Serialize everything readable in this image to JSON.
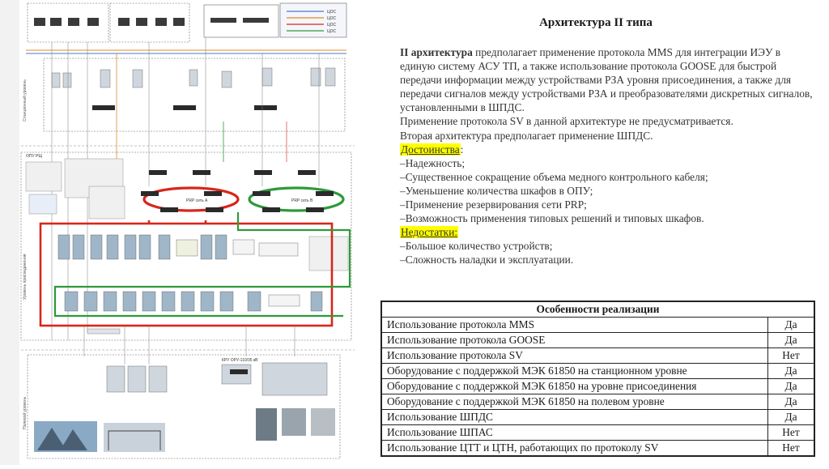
{
  "title": "Архитектура II типа",
  "intro": {
    "lead": "II архитектура",
    "rest": " предполагает применение протокола MMS для интеграции ИЭУ в единую систему АСУ ТП, а также использование протокола GOOSE для быстрой передачи информации между устройствами РЗА уровня присоединения, а также для передачи сигналов между устройствами РЗА и преобразователями дискретных сигналов, установленными в ШПДС."
  },
  "para2": "Применение протокола SV в данной архитектуре не предусматривается.",
  "para3": "Вторая архитектура предполагает применение ШПДС.",
  "advantages": {
    "heading": "Достоинства",
    "suffix": ":",
    "items": [
      "–Надежность;",
      "–Существенное сокращение объема медного контрольного кабеля;",
      "–Уменьшение количества шкафов в ОПУ;",
      "–Применение резервирования сети PRP;",
      "–Возможность применения типовых решений и типовых шкафов."
    ]
  },
  "disadvantages": {
    "heading": "Недостатки:",
    "items": [
      "–Большое количество устройств;",
      "–Сложность наладки и эксплуатации."
    ]
  },
  "table": {
    "header": "Особенности реализации",
    "rows": [
      {
        "feature": "Использование протокола MMS",
        "value": "Да"
      },
      {
        "feature": "Использование протокола GOOSE",
        "value": "Да"
      },
      {
        "feature": "Использование протокола SV",
        "value": "Нет"
      },
      {
        "feature": "Оборудование с поддержкой МЭК 61850 на станционном уровне",
        "value": "Да"
      },
      {
        "feature": "Оборудование с поддержкой МЭК 61850 на уровне присоединения",
        "value": "Да"
      },
      {
        "feature": "Оборудование с поддержкой МЭК 61850 на полевом уровне",
        "value": "Да"
      },
      {
        "feature": "Использование ШПДС",
        "value": "Да"
      },
      {
        "feature": "Использование ШПАС",
        "value": "Нет"
      },
      {
        "feature": "Использование ЦТТ и ЦТН, работающих по протоколу SV",
        "value": "Нет"
      }
    ]
  },
  "diagram": {
    "station_level_label": "Станционный уровень",
    "bay_level_label": "Уровень присоединения",
    "field_level_label": "Полевой уровень",
    "legend": [
      "ЦОС",
      "ЦОС",
      "ЦОС",
      "ЦОС"
    ],
    "opu_label": "ОПУ РЩ",
    "prp_a": "PRP сеть A",
    "prp_b": "PRP сеть B",
    "kru_label": "КРУ ОРУ-110/35 кВ",
    "colors": {
      "red_ring": "#d8261c",
      "green_ring": "#2e9a3a",
      "orange_bus": "#e08a2a",
      "blue_bus": "#4a78c8",
      "device_dark": "#2a2a2a",
      "cabinet": "#9fb6c8"
    }
  }
}
